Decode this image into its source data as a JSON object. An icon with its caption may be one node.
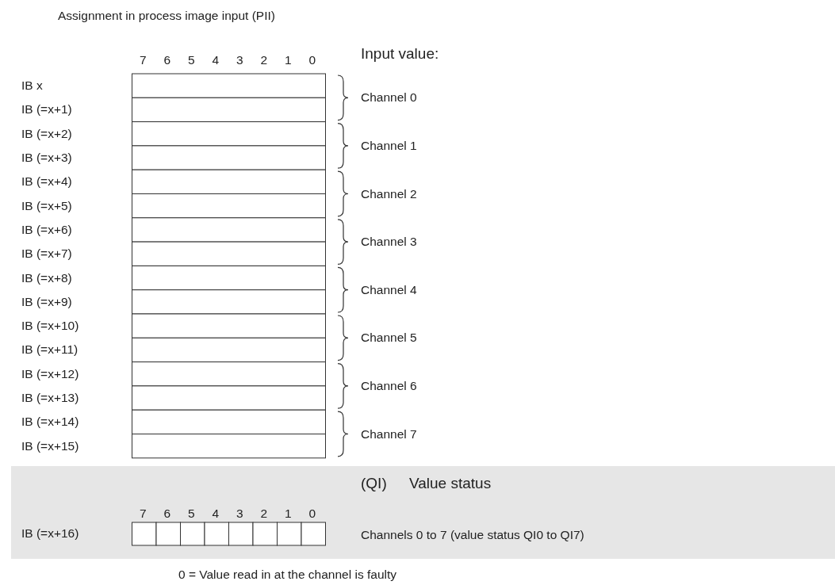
{
  "diagram": {
    "title": "Assignment in process image input (PII)",
    "labels": [
      "7",
      "6",
      "5",
      "4",
      "3",
      "2",
      "1",
      "0",
      "Input value:",
      "IB x",
      "Channel 0",
      "IB (=x+1)",
      "IB (=x+2)",
      "Channel 1",
      "IB (=x+3)",
      "IB (=x+4)",
      "Channel 2",
      "IB (=x+5)",
      "IB (=x+6)",
      "Channel 3",
      "IB (=x+7)",
      "IB (=x+8)",
      "Channel 4",
      "IB (=x+9)",
      "IB (=x+10)",
      "Channel 5",
      "IB (=x+11)",
      "IB (=x+12)",
      "Channel 6",
      "IB (=x+13)",
      "IB (=x+14)",
      "Channel 7",
      "IB (=x+15)",
      "(QI)",
      "Value status",
      "7",
      "6",
      "5",
      "4",
      "3",
      "2",
      "1",
      "0",
      "IB (=x+16)",
      "Channels 0 to 7 (value status QI0 to QI7)",
      "0 = Value read in at the channel is faulty"
    ]
  }
}
